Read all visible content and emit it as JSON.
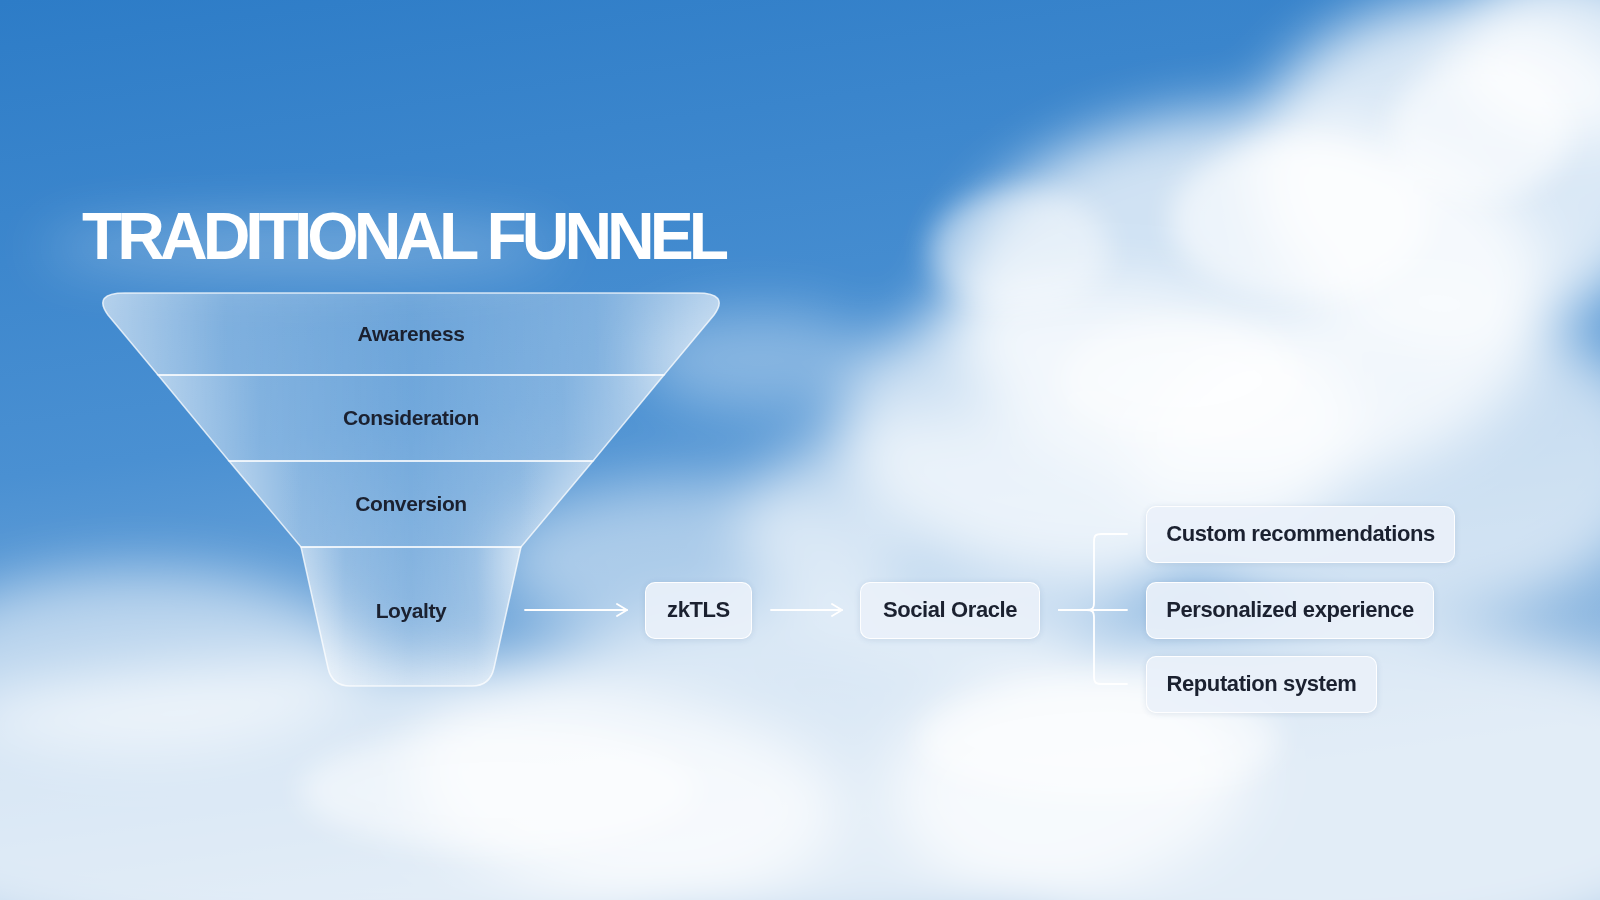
{
  "diagram": {
    "title": "TRADITIONAL FUNNEL",
    "nodes": [
      {
        "text": [
          "Awareness"
        ]
      },
      {
        "text": [
          "Consideration"
        ]
      },
      {
        "text": [
          "Conversion"
        ]
      },
      {
        "text": [
          "Loyalty"
        ]
      },
      {
        "text": [
          "zkTLS"
        ]
      },
      {
        "text": [
          "Social Oracle"
        ]
      },
      {
        "text": [
          "Custom recommendations"
        ]
      },
      {
        "text": [
          "Personalized experience"
        ]
      },
      {
        "text": [
          "Reputation system"
        ]
      }
    ],
    "edges": [
      {
        "from": 3,
        "to": 4,
        "arrow": "to"
      },
      {
        "from": 4,
        "to": 5,
        "arrow": "to"
      },
      {
        "from": 5,
        "to": 6,
        "arrow": "none"
      },
      {
        "from": 5,
        "to": 7,
        "arrow": "none"
      },
      {
        "from": 5,
        "to": 8,
        "arrow": "none"
      }
    ]
  }
}
